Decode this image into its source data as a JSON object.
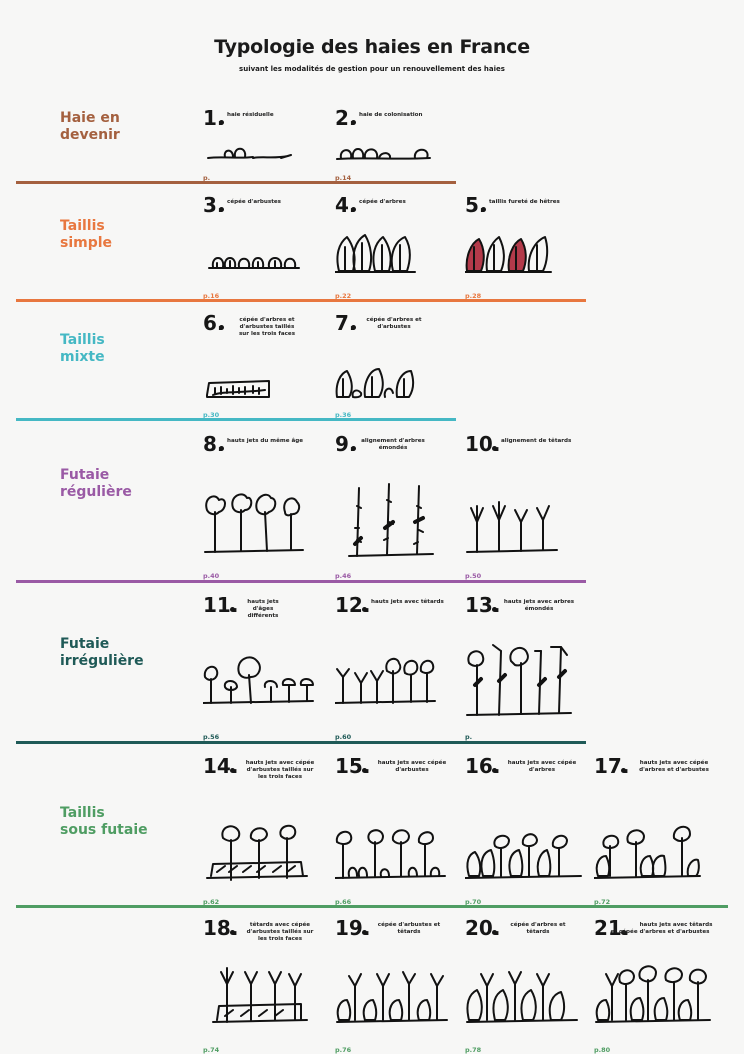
{
  "header": {
    "title": "Typologie des haies en France",
    "subtitle": "suivant les modalités de gestion pour un renouvellement des haies"
  },
  "rows": [
    {
      "label_line1": "Haie en",
      "label_line2": "devenir",
      "color": "#a4603f",
      "items": [
        {
          "number": "1.",
          "label": "haie résiduelle",
          "page": "p."
        },
        {
          "number": "2.",
          "label": "haie de colonisation",
          "page": "p.14"
        }
      ]
    },
    {
      "label_line1": "Taillis",
      "label_line2": "simple",
      "color": "#e8773f",
      "items": [
        {
          "number": "3.",
          "label": "cépée d'arbustes",
          "page": "p.16"
        },
        {
          "number": "4.",
          "label": "cépée d'arbres",
          "page": "p.22"
        },
        {
          "number": "5.",
          "label": "taillis fureté de hêtres",
          "page": "p.28"
        }
      ]
    },
    {
      "label_line1": "Taillis",
      "label_line2": "mixte",
      "color": "#45b8c4",
      "items": [
        {
          "number": "6.",
          "label_lines": [
            "cépée d'arbres et",
            "d'arbustes taillés",
            "sur les trois faces"
          ],
          "page": "p.30"
        },
        {
          "number": "7.",
          "label_lines": [
            "cépée d'arbres et",
            "d'arbustes"
          ],
          "page": "p.36"
        }
      ]
    },
    {
      "label_line1": "Futaie",
      "label_line2": "régulière",
      "color": "#9a5aa5",
      "items": [
        {
          "number": "8.",
          "label": "hauts jets du même âge",
          "page": "p.40"
        },
        {
          "number": "9.",
          "label_lines": [
            "alignement d'arbres",
            "émondés"
          ],
          "page": "p.46"
        },
        {
          "number": "10.",
          "label": "alignement de têtards",
          "page": "p.50"
        }
      ]
    },
    {
      "label_line1": "Futaie",
      "label_line2": "irrégulière",
      "color": "#1f5a57",
      "items": [
        {
          "number": "11.",
          "label_lines": [
            "hauts jets d'âges",
            "différents"
          ],
          "page": "p.56"
        },
        {
          "number": "12.",
          "label": "hauts jets avec têtards",
          "page": "p.60"
        },
        {
          "number": "13.",
          "label_lines": [
            "hauts jets avec arbres",
            "émondés"
          ],
          "page": "p."
        }
      ]
    },
    {
      "label_line1": "Taillis",
      "label_line2": "sous futaie",
      "color": "#4f9d63",
      "items": [
        {
          "number": "14.",
          "label_lines": [
            "hauts jets avec cépée",
            "d'arbustes taillés sur",
            "les trois faces"
          ],
          "page": "p.62"
        },
        {
          "number": "15.",
          "label_lines": [
            "hauts jets avec cépée",
            "d'arbustes"
          ],
          "page": "p.66"
        },
        {
          "number": "16.",
          "label_lines": [
            "hauts jets avec cépée",
            "d'arbres"
          ],
          "page": "p.70"
        },
        {
          "number": "17.",
          "label_lines": [
            "hauts jets avec cépée",
            "d'arbres et d'arbustes"
          ],
          "page": "p.72"
        }
      ]
    },
    {
      "label_line1": "",
      "label_line2": "",
      "color": "#4f9d63",
      "items": [
        {
          "number": "18.",
          "label_lines": [
            "têtards avec cépée",
            "d'arbustes taillés sur",
            "les trois faces"
          ],
          "page": "p.74"
        },
        {
          "number": "19.",
          "label_lines": [
            "cépée d'arbustes et",
            "têtards"
          ],
          "page": "p.76"
        },
        {
          "number": "20.",
          "label_lines": [
            "cépée d'arbres et",
            "têtards"
          ],
          "page": "p.78"
        },
        {
          "number": "21.",
          "label_lines": [
            "hauts jets avec têtards",
            "et cépée d'arbres et d'arbustes"
          ],
          "page": "p.80"
        }
      ]
    }
  ]
}
